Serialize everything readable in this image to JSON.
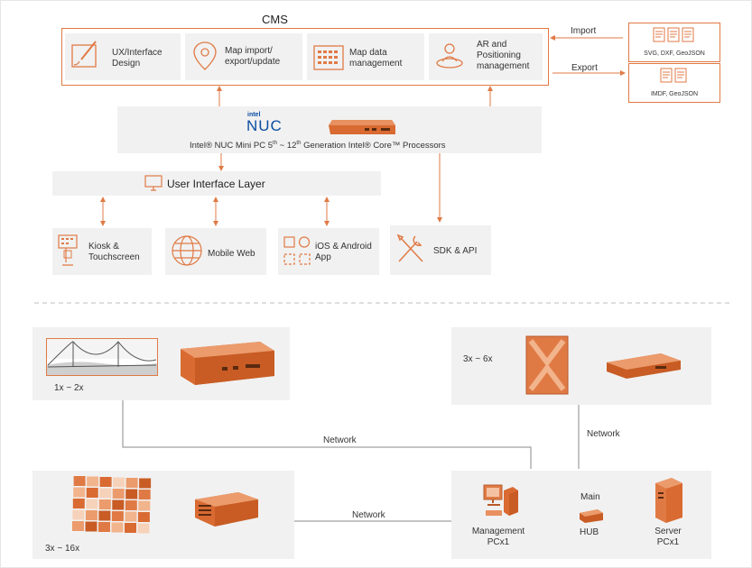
{
  "cms": {
    "title": "CMS",
    "modules": [
      {
        "label": "UX/Interface Design",
        "icon": "design-icon"
      },
      {
        "label": "Map import/ export/update",
        "icon": "location-pin-icon"
      },
      {
        "label": "Map data management",
        "icon": "grid-table-icon"
      },
      {
        "label": "AR and Positioning management",
        "icon": "positioning-user-icon"
      }
    ]
  },
  "import": {
    "label": "Import",
    "formats": "SVG, DXF, GeoJSON"
  },
  "export": {
    "label": "Export",
    "formats": "IMDF, GeoJSON"
  },
  "nuc": {
    "logo_top": "intel",
    "logo_bottom": "NUC",
    "caption_pre": "Intel® NUC Mini PC 5",
    "sup1": "th",
    "caption_mid": " ~ 12",
    "sup2": "th",
    "caption_post": " Generation Intel® Core™ Processors"
  },
  "ui_layer": {
    "label": "User Interface Layer"
  },
  "clients": [
    {
      "label": "Kiosk & Touchscreen",
      "icon": "kiosk-icon"
    },
    {
      "label": "Mobile Web",
      "icon": "globe-icon"
    },
    {
      "label": "iOS & Android App",
      "icon": "app-grid-icon"
    },
    {
      "label": "SDK & API",
      "icon": "tools-icon"
    }
  ],
  "deploy": {
    "panel1": {
      "count": "1x ~ 2x"
    },
    "panel2": {
      "count": "3x ~ 6x"
    },
    "panel3": {
      "count": "3x ~ 16x"
    },
    "network1": "Network",
    "network2": "Network",
    "network3": "Network",
    "main": "Main",
    "management": "Management PCx1",
    "hub": "HUB",
    "server": "Server PCx1"
  },
  "colors": {
    "accent": "#e07a45",
    "panel": "#f1f1f1",
    "line": "#888888"
  }
}
